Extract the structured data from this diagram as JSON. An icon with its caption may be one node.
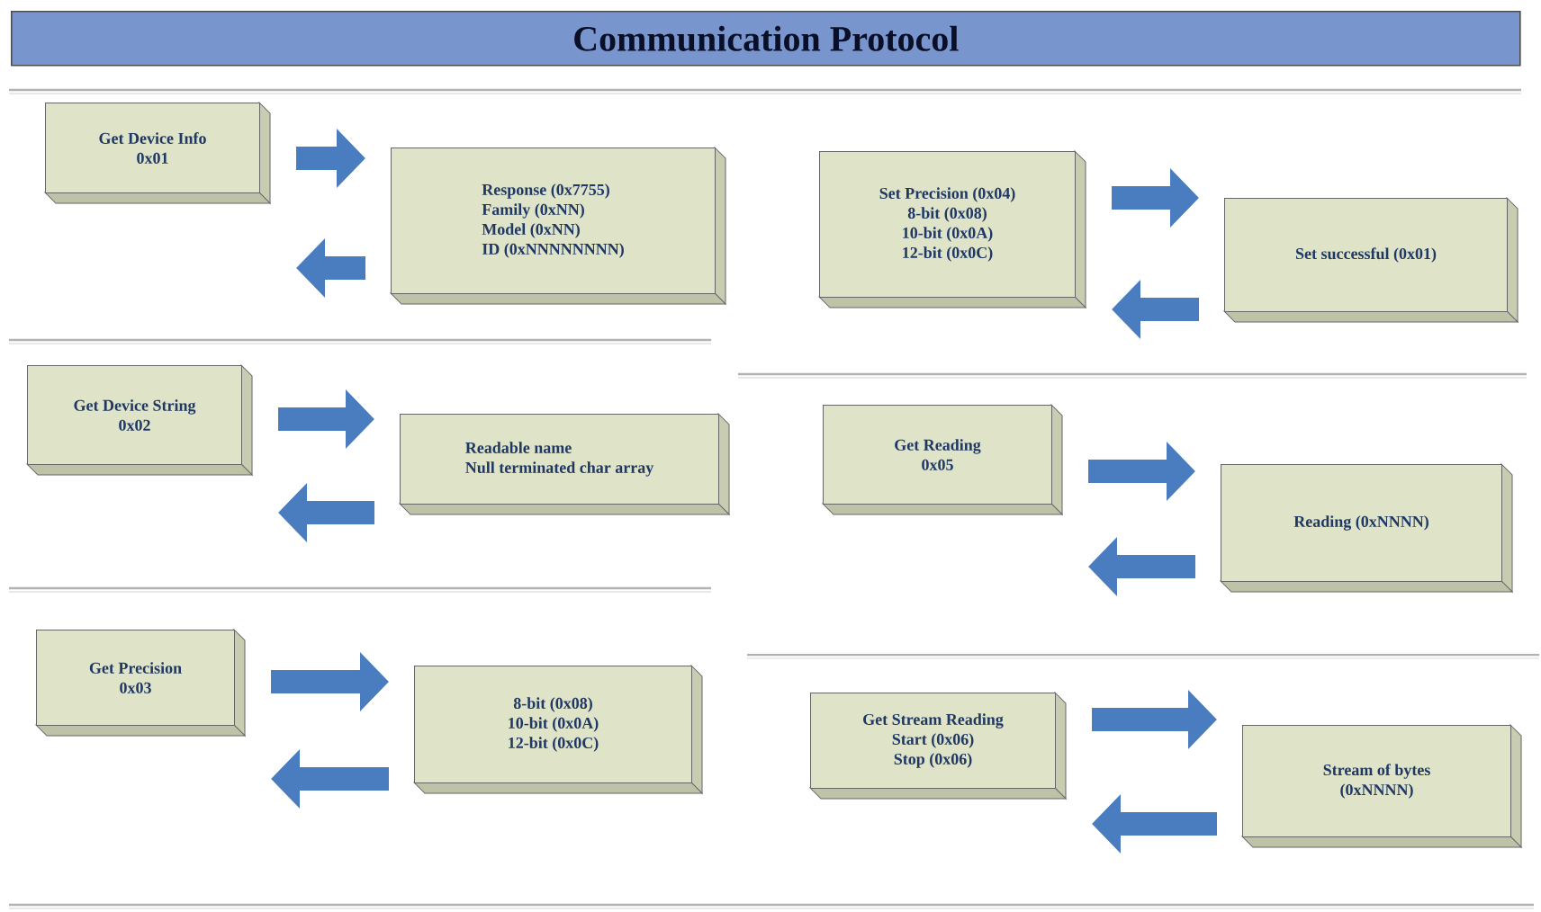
{
  "diagram": {
    "title": "Communication Protocol",
    "nodes": [
      {
        "text": [
          "Get Device Info",
          "0x01"
        ]
      },
      {
        "text": [
          "Response (0x7755)",
          "Family (0xNN)",
          "Model (0xNN)",
          "ID (0xNNNNNNNN)"
        ]
      },
      {
        "text": [
          "Set Precision (0x04)",
          "8-bit (0x08)",
          "10-bit (0x0A)",
          "12-bit (0x0C)"
        ]
      },
      {
        "text": [
          "Set successful (0x01)"
        ]
      },
      {
        "text": [
          "Get Device String",
          "0x02"
        ]
      },
      {
        "text": [
          "Readable name",
          "Null terminated char array"
        ]
      },
      {
        "text": [
          "Get Reading",
          "0x05"
        ]
      },
      {
        "text": [
          "Reading (0xNNNN)"
        ]
      },
      {
        "text": [
          "Get Precision",
          "0x03"
        ]
      },
      {
        "text": [
          "8-bit (0x08)",
          "10-bit (0x0A)",
          "12-bit (0x0C)"
        ]
      },
      {
        "text": [
          "Get Stream Reading",
          "Start (0x06)",
          "Stop (0x06)"
        ]
      },
      {
        "text": [
          "Stream of bytes",
          "(0xNNNN)"
        ]
      }
    ],
    "edges": [
      {
        "from": 0,
        "to": 1,
        "arrow": "to"
      },
      {
        "from": 1,
        "to": 0,
        "arrow": "to"
      },
      {
        "from": 2,
        "to": 3,
        "arrow": "to"
      },
      {
        "from": 3,
        "to": 2,
        "arrow": "to"
      },
      {
        "from": 4,
        "to": 5,
        "arrow": "to"
      },
      {
        "from": 5,
        "to": 4,
        "arrow": "to"
      },
      {
        "from": 6,
        "to": 7,
        "arrow": "to"
      },
      {
        "from": 7,
        "to": 6,
        "arrow": "to"
      },
      {
        "from": 8,
        "to": 9,
        "arrow": "to"
      },
      {
        "from": 9,
        "to": 8,
        "arrow": "to"
      },
      {
        "from": 10,
        "to": 11,
        "arrow": "to"
      },
      {
        "from": 11,
        "to": 10,
        "arrow": "to"
      }
    ]
  }
}
